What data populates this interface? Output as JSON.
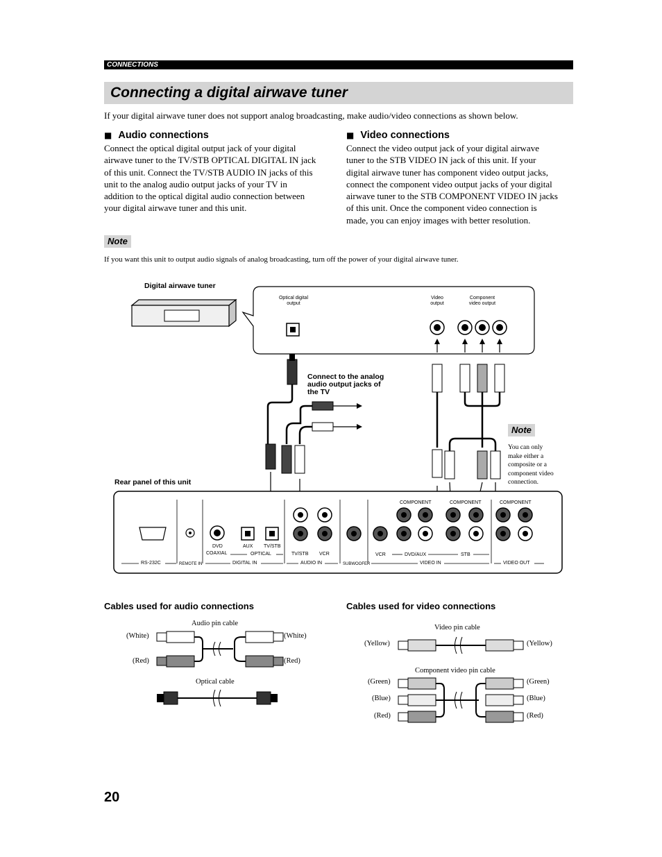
{
  "header": {
    "section": "CONNECTIONS"
  },
  "title": "Connecting a digital airwave tuner",
  "intro": "If your digital airwave tuner does not support analog broadcasting, make audio/video connections as shown below.",
  "audio": {
    "heading": "Audio connections",
    "lines": [
      "Connect the optical digital output jack of your digital",
      "airwave tuner to the TV/STB OPTICAL DIGITAL IN jack",
      "of this unit. Connect the TV/STB AUDIO IN jacks of this",
      "unit to the analog audio output jacks of your TV in",
      "addition to the optical digital audio connection between",
      "your digital airwave tuner and this unit."
    ]
  },
  "video": {
    "heading": "Video connections",
    "lines": [
      "Connect the video output jack of your digital airwave",
      "tuner to the STB VIDEO IN jack of this unit. If your",
      "digital airwave tuner has component video output jacks,",
      "connect the component video output jacks of your digital",
      "airwave tuner to the STB COMPONENT VIDEO IN jacks",
      "of this unit. Once the component video connection is",
      "made, you can enjoy images with better resolution."
    ]
  },
  "note": {
    "label": "Note",
    "text": "If you want this unit to output audio signals of analog broadcasting, turn off the power of your digital airwave tuner."
  },
  "diagram": {
    "tuner_label": "Digital airwave tuner",
    "optical_out": [
      "Optical digital",
      "output"
    ],
    "video_out": [
      "Video",
      "output"
    ],
    "component_out": [
      "Component",
      "video output"
    ],
    "tv_connect": [
      "Connect to the analog",
      "audio output jacks of",
      "the TV"
    ],
    "rear_panel_label": "Rear panel of this unit",
    "side_note_label": "Note",
    "side_note_lines": [
      "You can only",
      "make either a",
      "composite or a",
      "component video",
      "connection."
    ],
    "panel": {
      "rs232c": "RS-232C",
      "remote_in": "REMOTE IN",
      "dvd": "DVD",
      "coaxial": "COAXIAL",
      "aux": "AUX",
      "tvstb_opt": "TV/STB",
      "optical": "OPTICAL",
      "digital_in": "DIGITAL IN",
      "tvstb_audio": "TV/STB",
      "vcr_audio": "VCR",
      "audio_in": "AUDIO IN",
      "subwoofer": "SUBWOOFER",
      "vcr_video": "VCR",
      "dvd_aux": "DVD/AUX",
      "stb": "STB",
      "video_in": "VIDEO IN",
      "video_out": "VIDEO OUT",
      "component_1": "COMPONENT",
      "component_2": "COMPONENT",
      "component_3": "COMPONENT"
    }
  },
  "cables_audio": {
    "heading": "Cables used for audio connections",
    "pin_cable": "Audio pin cable",
    "white_left": "(White)",
    "white_right": "(White)",
    "red_left": "(Red)",
    "red_right": "(Red)",
    "optical_cable": "Optical cable"
  },
  "cables_video": {
    "heading": "Cables used for video connections",
    "video_pin_cable": "Video pin cable",
    "yellow_left": "(Yellow)",
    "yellow_right": "(Yellow)",
    "component_cable": "Component video pin cable",
    "green_left": "(Green)",
    "green_right": "(Green)",
    "blue_left": "(Blue)",
    "blue_right": "(Blue)",
    "red_left": "(Red)",
    "red_right": "(Red)"
  },
  "page_number": "20"
}
